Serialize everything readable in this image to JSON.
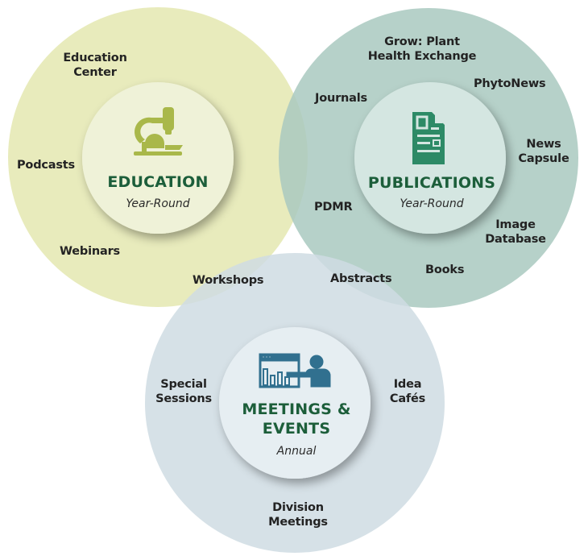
{
  "colors": {
    "education_circle": "#e4e8b0",
    "publications_circle": "#a9c9bf",
    "meetings_circle": "#cfdce3",
    "education_inner": "#eff2d8",
    "publications_inner": "#d4e6e1",
    "meetings_inner": "#e6eef2",
    "education_icon": "#a9b84a",
    "publications_icon": "#2d8a66",
    "meetings_icon": "#31708f",
    "title_text": "#1c5e3a"
  },
  "education": {
    "title": "EDUCATION",
    "subtitle": "Year-Round",
    "icon": "microscope-icon",
    "items": {
      "education_center": [
        "Education",
        "Center"
      ],
      "podcasts": "Podcasts",
      "webinars": "Webinars"
    }
  },
  "publications": {
    "title": "PUBLICATIONS",
    "subtitle": "Year-Round",
    "icon": "document-icon",
    "items": {
      "grow": [
        "Grow: Plant",
        "Health Exchange"
      ],
      "phytonews": "PhytoNews",
      "journals": "Journals",
      "news_capsule": [
        "News",
        "Capsule"
      ],
      "pdmr": "PDMR",
      "image_database": [
        "Image",
        "Database"
      ],
      "books": "Books"
    }
  },
  "meetings": {
    "title_line1": "MEETINGS &",
    "title_line2": "EVENTS",
    "subtitle": "Annual",
    "icon": "presentation-icon",
    "items": {
      "special_sessions": [
        "Special",
        "Sessions"
      ],
      "idea_cafes": [
        "Idea",
        "Cafés"
      ],
      "division_meetings": [
        "Division",
        "Meetings"
      ]
    }
  },
  "overlaps": {
    "workshops": "Workshops",
    "abstracts": "Abstracts"
  }
}
